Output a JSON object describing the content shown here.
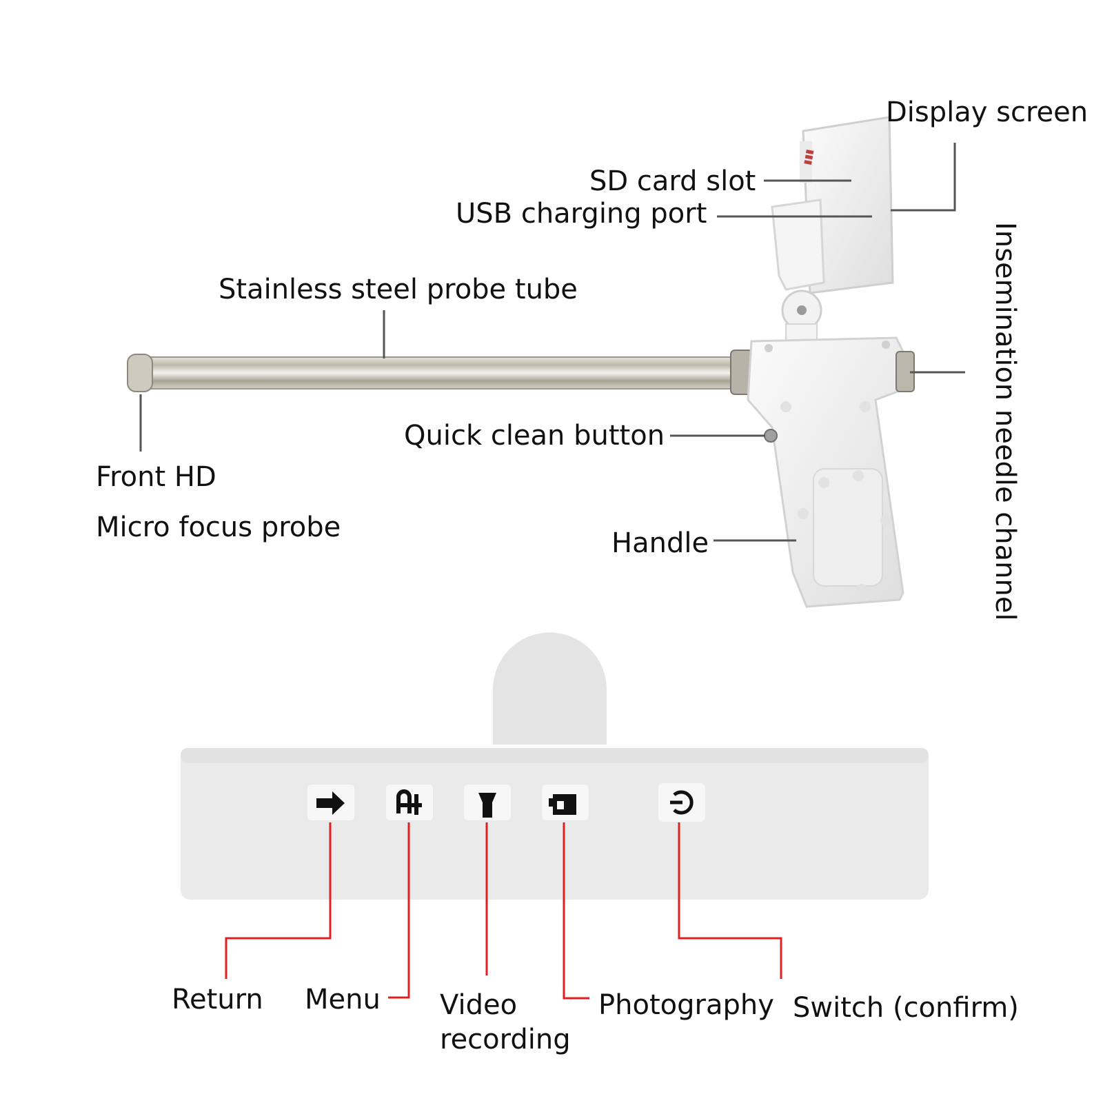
{
  "device": {
    "labels": {
      "display_screen": "Display screen",
      "sd_card_slot": "SD card slot",
      "usb_charging_port": "USB charging port",
      "probe_tube": "Stainless steel probe tube",
      "insemination_channel": "Insemination needle channel",
      "quick_clean_button": "Quick clean button",
      "front_hd": "Front HD",
      "micro_focus_probe": "Micro focus probe",
      "handle": "Handle"
    }
  },
  "control_panel": {
    "buttons": [
      {
        "label": "Return",
        "icon": "arrow-right-icon"
      },
      {
        "label": "Menu",
        "icon": "menu-icon"
      },
      {
        "label_line1": "Video",
        "label_line2": "recording",
        "icon": "flashlight-icon"
      },
      {
        "label": "Photography",
        "icon": "camera-icon"
      },
      {
        "label": "Switch (confirm)",
        "icon": "power-icon"
      }
    ]
  },
  "colors": {
    "leader_line": "#555555",
    "red_line": "#e02020",
    "device_body": "#f2f2f2",
    "panel": "#ededed"
  }
}
